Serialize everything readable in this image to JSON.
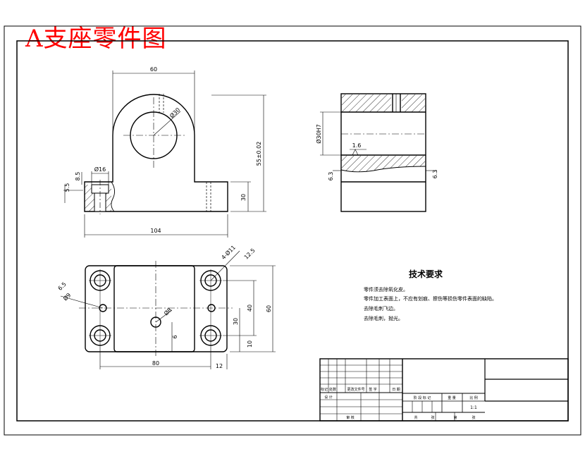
{
  "title": "A支座零件图",
  "dims": {
    "front_width": "60",
    "front_base": "104",
    "front_height": "55±0.02",
    "front_low_height": "30",
    "bore": "Ø30",
    "counterbore": "Ø16",
    "depth_top": "8.5",
    "depth_left": "5.5",
    "top_holes": "4-Ø11",
    "top_holes_depth": "12.5",
    "top_left_a": "6.5",
    "top_left_b": "Ø9",
    "top_width": "80",
    "top_right": "12",
    "top_h1": "40",
    "top_h2": "60",
    "top_h3": "30",
    "top_h4": "10",
    "top_small": "6",
    "top_center": "Ø8",
    "side_bore": "Ø30H7",
    "side_rough": "1.6",
    "side_left": "6.3",
    "side_right": "6.3"
  },
  "tech": {
    "heading": "技术要求",
    "lines": [
      "零件须去除氧化皮。",
      "零件加工表面上，不应有划痕、擦伤等损伤零件表面的缺陷。",
      "去除毛刺飞边。",
      "去除毛刺，抛光。"
    ]
  },
  "titleblock": {
    "row1": [
      "标记",
      "处数",
      "更改文件号",
      "签 字",
      "日 期"
    ],
    "design": "设 计",
    "stage": [
      "阶 段 标 记",
      "重 量",
      "比 例"
    ],
    "scale": "1:1",
    "review": "审 核",
    "bottom": [
      "共",
      "张",
      "第",
      "张"
    ]
  }
}
